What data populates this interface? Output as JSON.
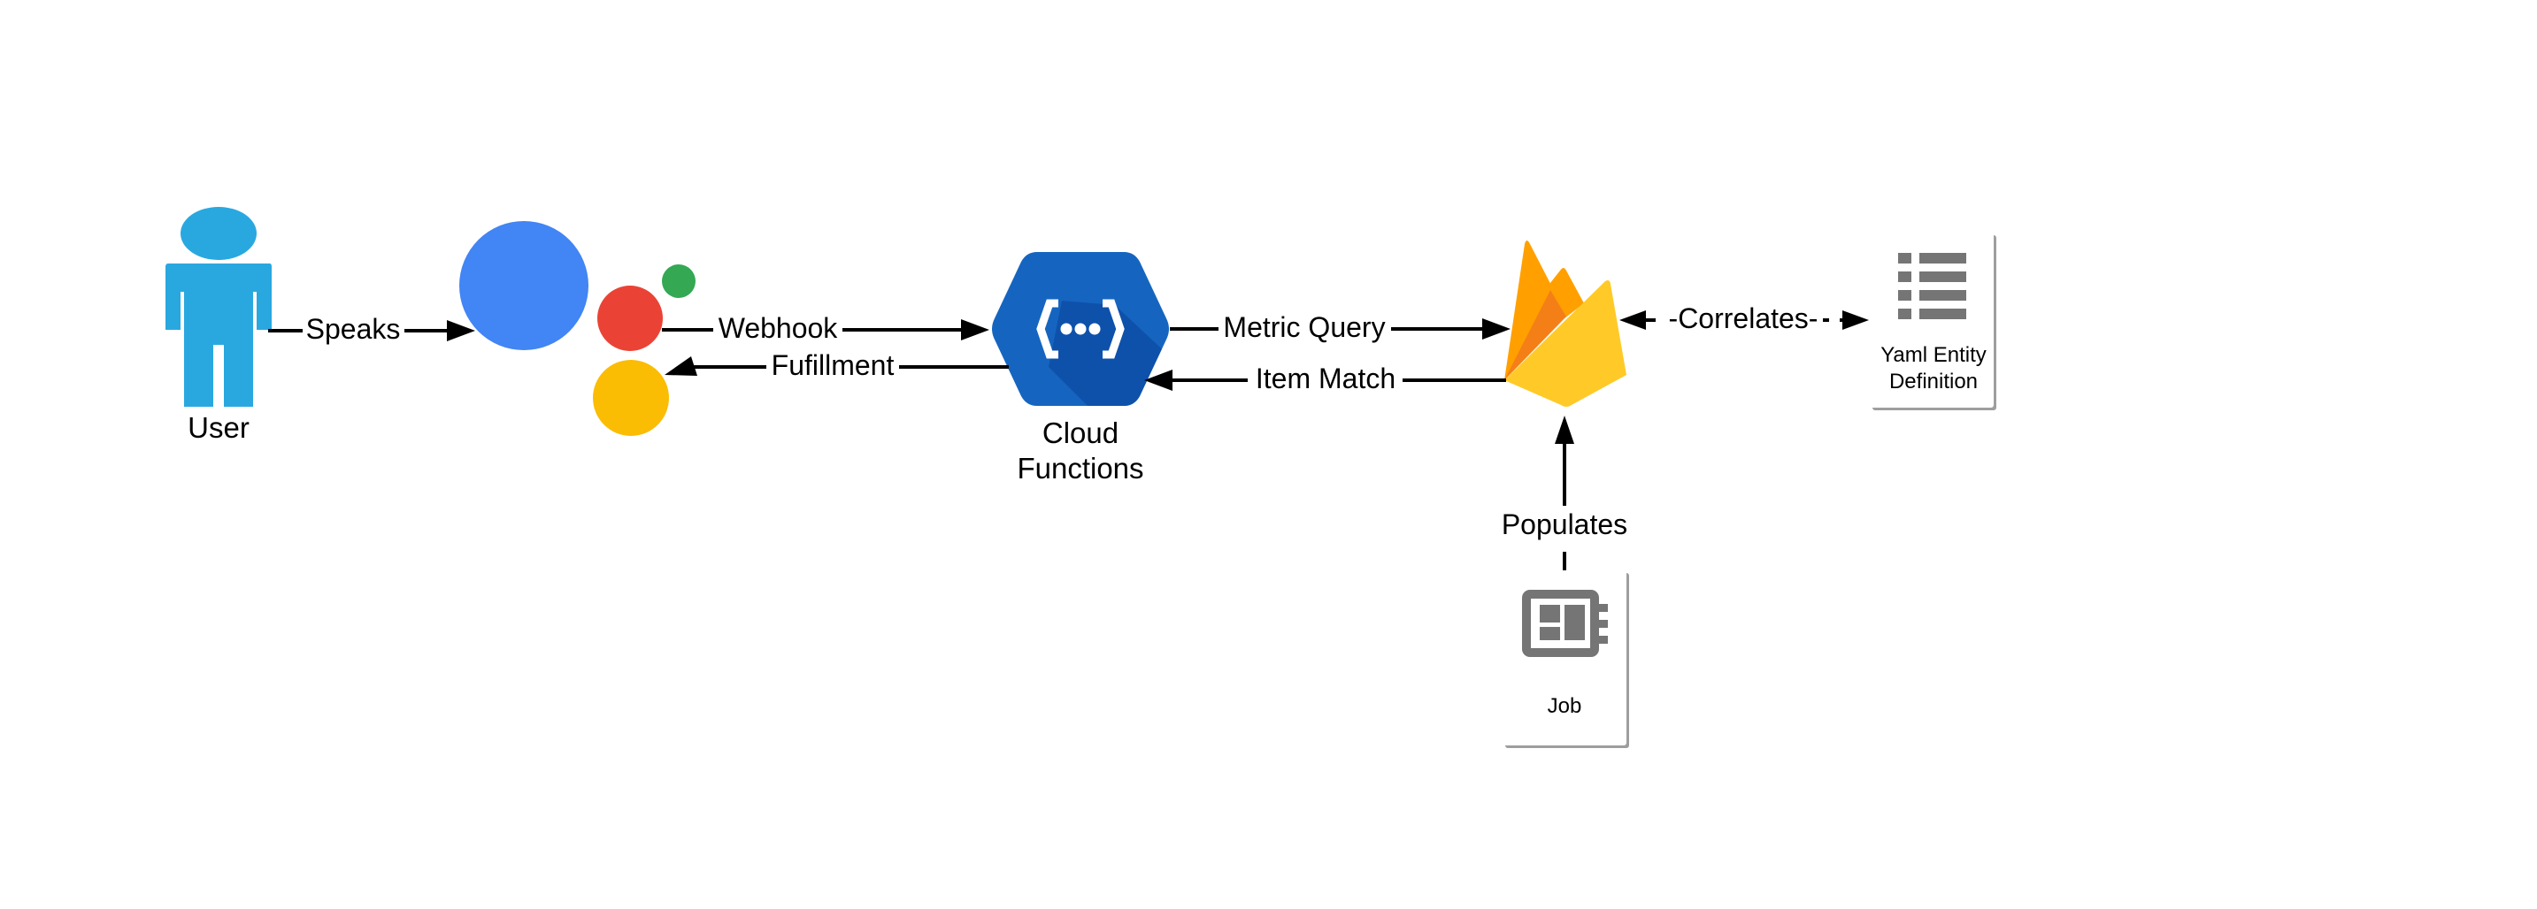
{
  "nodes": {
    "user": {
      "label": "User",
      "color": "#29A8E0"
    },
    "assistant": {
      "label": "",
      "colors": {
        "blue": "#4285F4",
        "red": "#EA4335",
        "green": "#34A853",
        "yellow": "#FBBC04"
      }
    },
    "cloud_functions": {
      "label_line1": "Cloud",
      "label_line2": "Functions",
      "color": "#1565C0",
      "shade": "#0D4FA8"
    },
    "firebase": {
      "label": "",
      "colors": {
        "amber": "#FFA000",
        "orange": "#F57F17",
        "deep": "#F4821F",
        "yellow": "#FFCA28"
      }
    },
    "yaml_entity": {
      "label_line1": "Yaml Entity",
      "label_line2": "Definition",
      "icon_color": "#757575"
    },
    "job": {
      "label": "Job",
      "icon_color": "#757575"
    }
  },
  "edges": {
    "speaks": {
      "label": "Speaks",
      "from": "User",
      "to": "Assistant"
    },
    "webhook": {
      "label": "Webhook",
      "from": "Assistant",
      "to": "Cloud Functions"
    },
    "fulfillment": {
      "label": "Fufillment",
      "from": "Cloud Functions",
      "to": "Assistant"
    },
    "metric_query": {
      "label": "Metric Query",
      "from": "Cloud Functions",
      "to": "Firebase"
    },
    "item_match": {
      "label": "Item Match",
      "from": "Firebase",
      "to": "Cloud Functions"
    },
    "correlates": {
      "label": "-Correlates-",
      "from": "Firebase",
      "to": "Yaml Entity Definition",
      "style": "dashed-bidirectional"
    },
    "populates": {
      "label": "Populates",
      "from": "Job",
      "to": "Firebase"
    }
  }
}
